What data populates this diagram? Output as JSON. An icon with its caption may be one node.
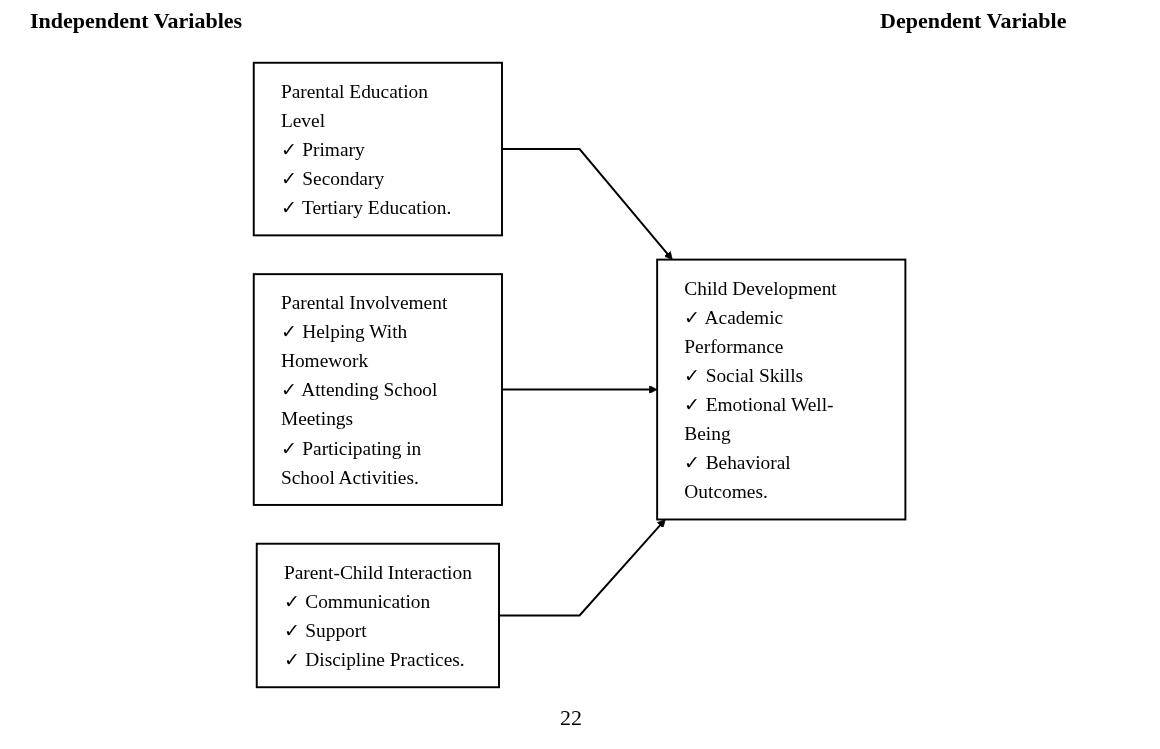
{
  "diagram": {
    "nodes": [
      {
        "text": [
          "Parental Education Level",
          "✓ Primary",
          "✓ Secondary",
          "✓ Tertiary Education."
        ]
      },
      {
        "text": [
          "Parental Involvement",
          "✓ Helping With Homework",
          "✓ Attending School Meetings",
          "✓ Participating in School Activities."
        ]
      },
      {
        "text": [
          "Parent-Child Interaction",
          "✓ Communication",
          "✓ Support",
          "✓ Discipline Practices."
        ]
      },
      {
        "text": [
          "Child Development",
          "✓ Academic Performance",
          "✓ Social Skills",
          "✓ Emotional Well-Being",
          "✓ Behavioral Outcomes."
        ]
      }
    ],
    "edges": [
      {
        "from": 0,
        "to": 3,
        "arrow": "to"
      },
      {
        "from": 1,
        "to": 3,
        "arrow": "to"
      },
      {
        "from": 2,
        "to": 3,
        "arrow": "to"
      }
    ],
    "labels": [
      "Independent Variables",
      "Dependent Variable",
      "22"
    ]
  }
}
